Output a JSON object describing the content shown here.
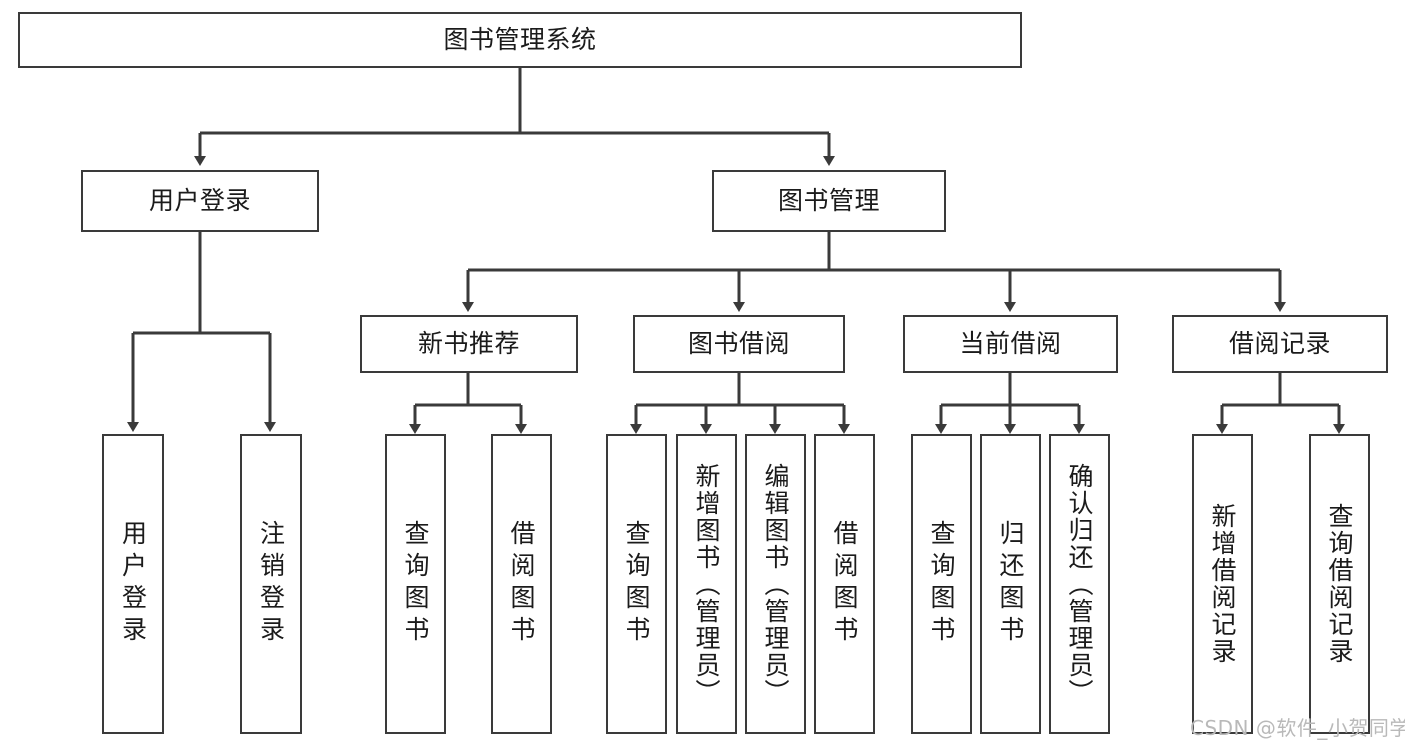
{
  "diagram": {
    "title": "图书管理系统",
    "type": "tree",
    "root": {
      "label": "图书管理系统"
    },
    "level2": [
      {
        "label": "用户登录"
      },
      {
        "label": "图书管理"
      }
    ],
    "level3": [
      {
        "label": "新书推荐"
      },
      {
        "label": "图书借阅"
      },
      {
        "label": "当前借阅"
      },
      {
        "label": "借阅记录"
      }
    ],
    "leaves": {
      "user_login": [
        {
          "label": "用户登录"
        },
        {
          "label": "注销登录"
        }
      ],
      "new_book_recommend": [
        {
          "label": "查询图书"
        },
        {
          "label": "借阅图书"
        }
      ],
      "book_borrow": [
        {
          "label": "查询图书"
        },
        {
          "label": "新增图书（管理员）"
        },
        {
          "label": "编辑图书（管理员）"
        },
        {
          "label": "借阅图书"
        }
      ],
      "current_borrow": [
        {
          "label": "查询图书"
        },
        {
          "label": "归还图书"
        },
        {
          "label": "确认归还（管理员）"
        }
      ],
      "borrow_record": [
        {
          "label": "新增借阅记录"
        },
        {
          "label": "查询借阅记录"
        }
      ]
    }
  },
  "watermark": {
    "text": "CSDN @软件_小贺同学"
  },
  "colors": {
    "border": "#3a3a3a",
    "line": "#3a3a3a",
    "text": "#1b1b1b",
    "background": "#ffffff",
    "watermark": "#b9b9b9"
  }
}
